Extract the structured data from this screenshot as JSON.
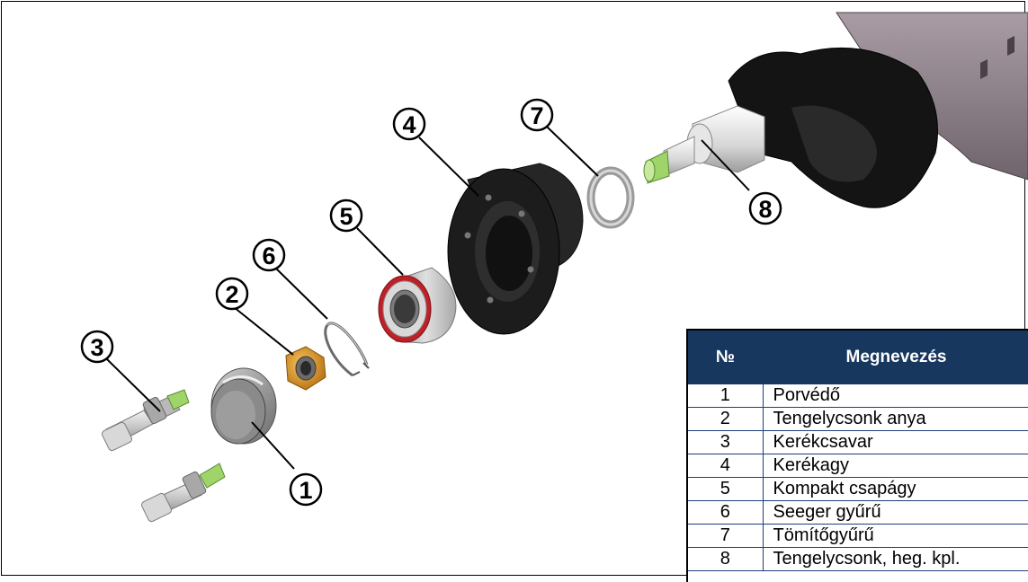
{
  "callouts": [
    {
      "number": "1"
    },
    {
      "number": "2"
    },
    {
      "number": "3"
    },
    {
      "number": "4"
    },
    {
      "number": "5"
    },
    {
      "number": "6"
    },
    {
      "number": "7"
    },
    {
      "number": "8"
    }
  ],
  "legend": {
    "header_number": "№",
    "header_name": "Megnevezés",
    "rows": [
      {
        "number": "1",
        "name": "Porvédő"
      },
      {
        "number": "2",
        "name": "Tengelycsonk anya"
      },
      {
        "number": "3",
        "name": "Kerékcsavar"
      },
      {
        "number": "4",
        "name": "Kerékagy"
      },
      {
        "number": "5",
        "name": "Kompakt csapágy"
      },
      {
        "number": "6",
        "name": "Seeger gyűrű"
      },
      {
        "number": "7",
        "name": "Tömítőgyűrű"
      },
      {
        "number": "8",
        "name": "Tengelycsonk, heg. kpl."
      }
    ]
  },
  "colors": {
    "header_bg": "#17375e",
    "header_text": "#ffffff",
    "table_rule": "#1f3e7a",
    "hub_black": "#1a1a1a",
    "bearing_red": "#c8202a",
    "nut_orange": "#d88a1a"
  }
}
